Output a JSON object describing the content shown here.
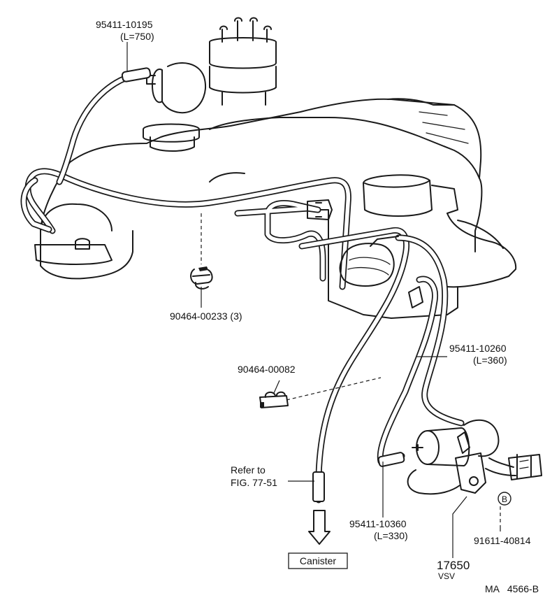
{
  "callouts": {
    "hose_top": {
      "part": "95411-10195",
      "length": "(L=750)"
    },
    "clamp_left": {
      "part": "90464-00233 (3)"
    },
    "clamp_mid": {
      "part": "90464-00082"
    },
    "hose_right": {
      "part": "95411-10260",
      "length": "(L=360)"
    },
    "hose_bottom": {
      "part": "95411-10360",
      "length": "(L=330)"
    },
    "bolt": {
      "part": "91611-40814",
      "marker": "B"
    },
    "vsv": {
      "part": "17650",
      "name": "VSV"
    },
    "refer": {
      "line1": "Refer to",
      "line2": "FIG. 77-51"
    },
    "canister": {
      "label": "Canister"
    }
  },
  "footer": {
    "code": "MA   4566-B"
  }
}
